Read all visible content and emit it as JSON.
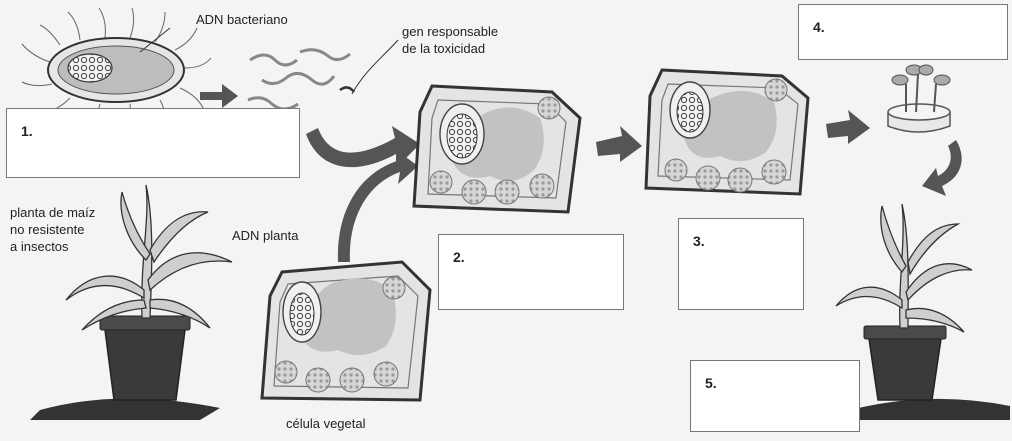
{
  "labels": {
    "bacterial_dna": "ADN bacteriano",
    "toxicity_gene": [
      "gen responsable",
      "de la toxicidad"
    ],
    "corn_plant": [
      "planta de maíz",
      "no resistente",
      "a insectos"
    ],
    "plant_dna": "ADN planta",
    "plant_cell": "célula vegetal"
  },
  "answer_boxes": [
    {
      "number": "1.",
      "value": ""
    },
    {
      "number": "2.",
      "value": ""
    },
    {
      "number": "3.",
      "value": ""
    },
    {
      "number": "4.",
      "value": ""
    },
    {
      "number": "5.",
      "value": ""
    }
  ],
  "colors": {
    "ink": "#333333",
    "arrow": "#555555",
    "cell_fill": "#e2e2e2",
    "cytoplasm": "#c4c4c4",
    "pot": "#3a3a3a"
  }
}
